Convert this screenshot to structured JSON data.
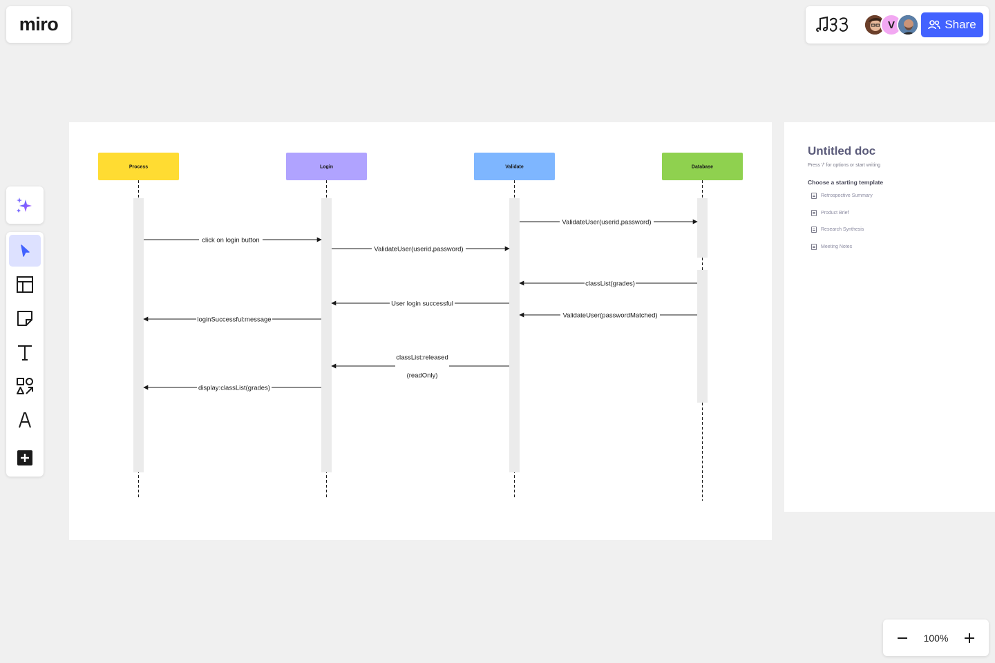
{
  "app": {
    "logo_text": "miro"
  },
  "header": {
    "share_label": "Share",
    "collaborators": [
      {
        "name": "user-photo-1",
        "initial": ""
      },
      {
        "name": "user-initial",
        "initial": "V"
      },
      {
        "name": "user-photo-2",
        "initial": ""
      }
    ]
  },
  "toolbar": {
    "tools": [
      "select",
      "templates",
      "sticky-note",
      "text",
      "shapes",
      "pen",
      "more"
    ],
    "active_tool": "select"
  },
  "diagram": {
    "actors": [
      {
        "label": "Process",
        "color": "#ffdc32"
      },
      {
        "label": "Login",
        "color": "#b0a3ff"
      },
      {
        "label": "Validate",
        "color": "#7eb6ff"
      },
      {
        "label": "Database",
        "color": "#8fd14f"
      }
    ],
    "messages": [
      {
        "label": "ValidateUser(userid,password)",
        "from": "Validate",
        "to": "Database"
      },
      {
        "label": "click on login button",
        "from": "Process",
        "to": "Login"
      },
      {
        "label": "ValidateUser(userid,password)",
        "from": "Login",
        "to": "Validate"
      },
      {
        "label": "classList(grades)",
        "from": "Database",
        "to": "Validate"
      },
      {
        "label": "User login successful",
        "from": "Validate",
        "to": "Login"
      },
      {
        "label": "ValidateUser(passwordMatched)",
        "from": "Database",
        "to": "Validate"
      },
      {
        "label": "loginSuccessful:message",
        "from": "Login",
        "to": "Process"
      },
      {
        "label": "classList:released",
        "label2": "(readOnly)",
        "from": "Validate",
        "to": "Login"
      },
      {
        "label": "display:classList(grades)",
        "from": "Login",
        "to": "Process"
      }
    ]
  },
  "doc": {
    "title": "Untitled doc",
    "hint": "Press '/' for options or start writing",
    "templates_heading": "Choose a starting template",
    "templates": [
      "Retrospective Summary",
      "Product Brief",
      "Research Synthesis",
      "Meeting Notes"
    ]
  },
  "zoom": {
    "level": "100%"
  },
  "colors": {
    "accent": "#4262ff",
    "canvas": "#f0f0f0",
    "activation": "#ebebeb"
  }
}
